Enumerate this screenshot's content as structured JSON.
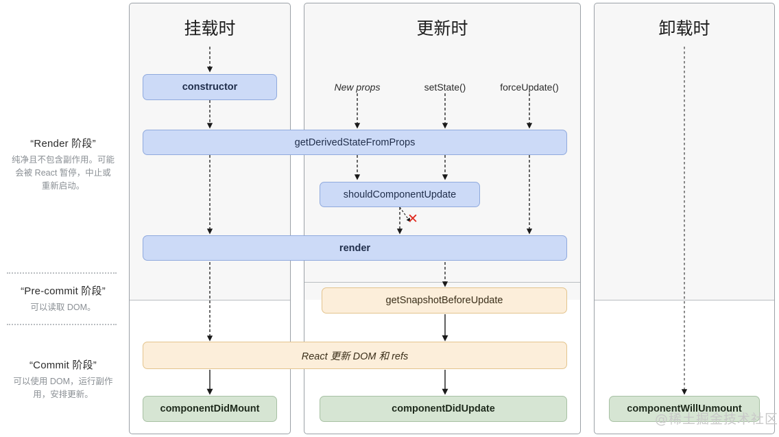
{
  "legend": {
    "phases": [
      {
        "id": "render",
        "title": "“Render 阶段”",
        "desc": "纯净且不包含副作用。可能会被 React 暂停，中止或重新启动。"
      },
      {
        "id": "pre-commit",
        "title": "“Pre-commit 阶段”",
        "desc": "可以读取 DOM。"
      },
      {
        "id": "commit",
        "title": "“Commit 阶段”",
        "desc": "可以使用 DOM，运行副作用，安排更新。"
      }
    ]
  },
  "columns": [
    {
      "id": "mounting",
      "title": "挂载时"
    },
    {
      "id": "updating",
      "title": "更新时"
    },
    {
      "id": "unmounting",
      "title": "卸载时"
    }
  ],
  "triggers": [
    {
      "id": "new-props",
      "label": "New props",
      "style": "italic"
    },
    {
      "id": "set-state",
      "label": "setState()",
      "style": "normal"
    },
    {
      "id": "force-update",
      "label": "forceUpdate()",
      "style": "normal"
    }
  ],
  "boxes": [
    {
      "id": "constructor",
      "label": "constructor",
      "color": "blue",
      "weight": "bold"
    },
    {
      "id": "get-derived-state-from-props",
      "label": "getDerivedStateFromProps",
      "color": "blue",
      "weight": "normal"
    },
    {
      "id": "should-component-update",
      "label": "shouldComponentUpdate",
      "color": "blue",
      "weight": "normal"
    },
    {
      "id": "render",
      "label": "render",
      "color": "blue",
      "weight": "bold"
    },
    {
      "id": "get-snapshot-before-update",
      "label": "getSnapshotBeforeUpdate",
      "color": "orange",
      "weight": "normal"
    },
    {
      "id": "react-updates-dom-and-refs",
      "label": "React 更新 DOM 和 refs",
      "color": "orange",
      "weight": "italic"
    },
    {
      "id": "component-did-mount",
      "label": "componentDidMount",
      "color": "green",
      "weight": "bold"
    },
    {
      "id": "component-did-update",
      "label": "componentDidUpdate",
      "color": "green",
      "weight": "bold"
    },
    {
      "id": "component-will-unmount",
      "label": "componentWillUnmount",
      "color": "green",
      "weight": "bold"
    }
  ],
  "markers": {
    "skip_render_x": "✕"
  },
  "colors": {
    "blue_fill": "#ccdaf7",
    "blue_border": "#8fa9dd",
    "orange_fill": "#fceeda",
    "orange_border": "#e3c38c",
    "green_fill": "#d6e5d3",
    "green_border": "#a7c0a3",
    "panel_fill": "#f7f7f7",
    "panel_border": "#9aa0a6",
    "x_marker": "#e02a1f"
  },
  "watermark": {
    "text": "@稀土掘金技术社区"
  }
}
